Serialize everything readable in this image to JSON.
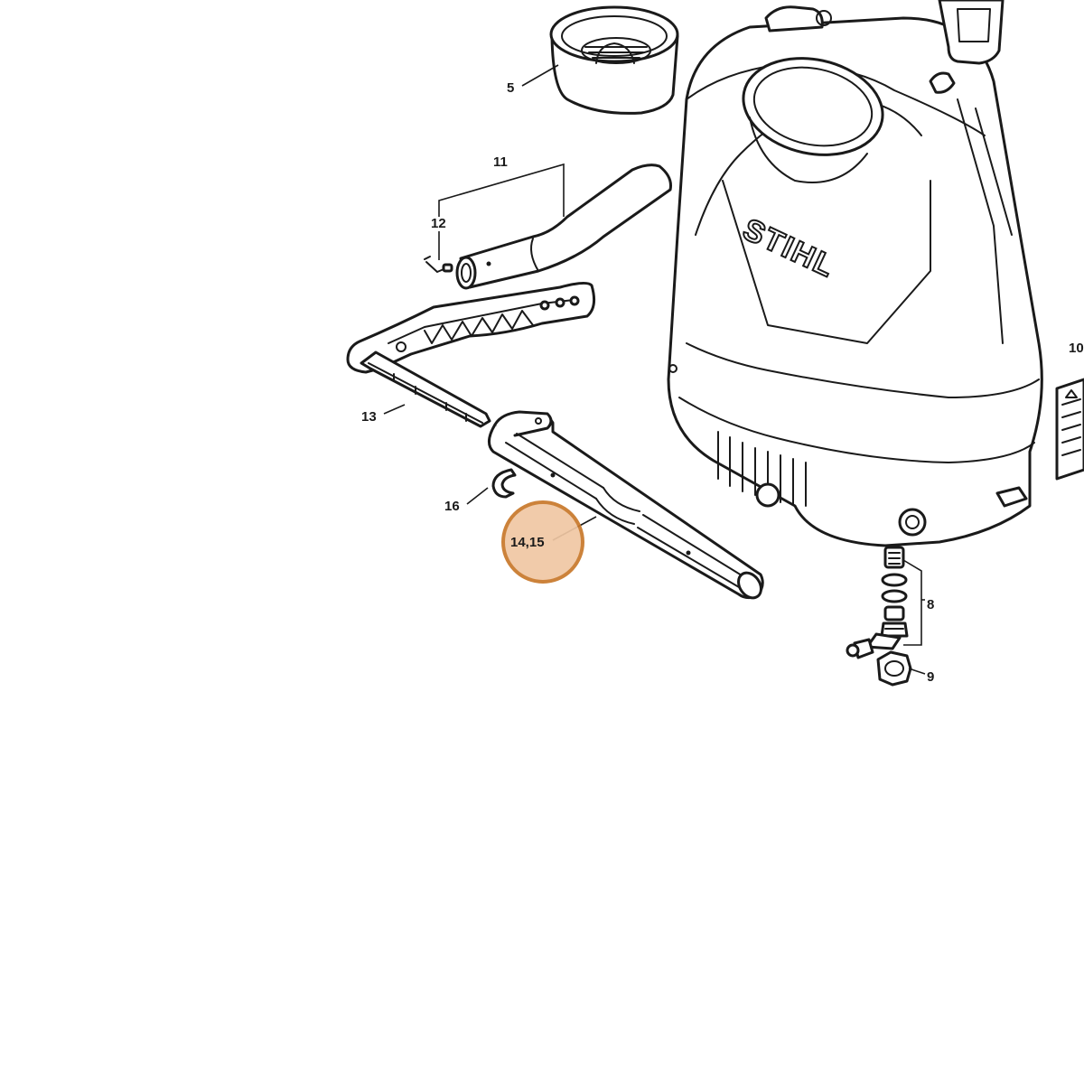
{
  "diagram": {
    "brand_logo_text": "STIHL",
    "highlight_color": "#f0c7a3",
    "highlight_ring_color": "#c8782a",
    "callouts": {
      "c5": "5",
      "c8": "8",
      "c9": "9",
      "c10": "10",
      "c11": "11",
      "c12": "12",
      "c13": "13",
      "c14_15": "14,15",
      "c16": "16"
    },
    "highlighted_callout": "14,15"
  }
}
